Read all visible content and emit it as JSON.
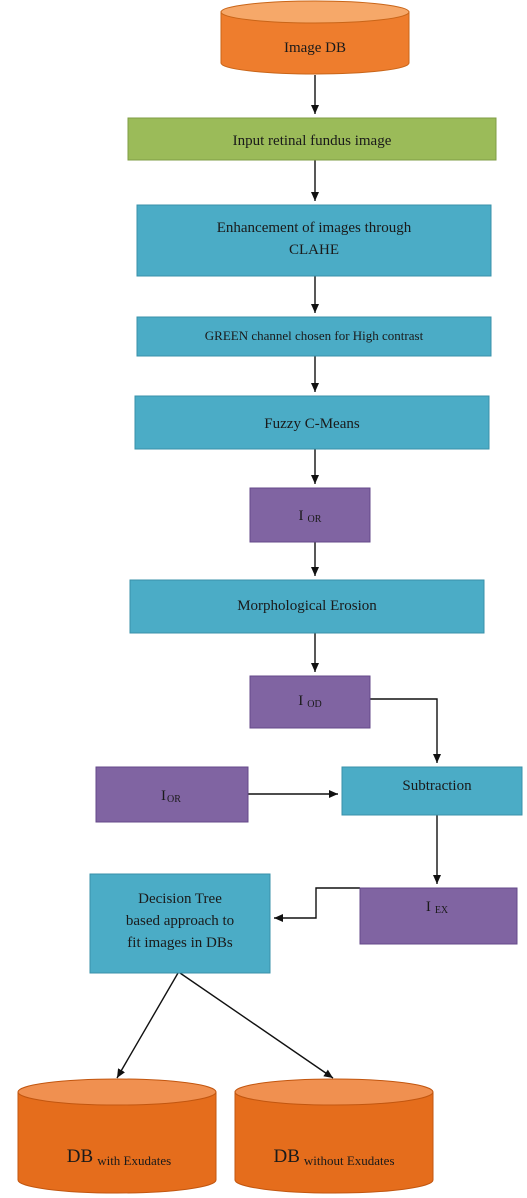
{
  "colors": {
    "cylinder_fill": "#ee7d2d",
    "cylinder_top": "#f6a869",
    "cylinder_stroke": "#c96518",
    "db_fill": "#e56d1c",
    "db_top": "#f09050",
    "green_fill": "#9bbb59",
    "green_stroke": "#7f9c45",
    "teal_fill": "#4bacc6",
    "teal_stroke": "#3891a9",
    "purple_fill": "#8064a2",
    "purple_stroke": "#64498a",
    "arrow": "#111111"
  },
  "nodes": {
    "image_db": {
      "label": "Image DB"
    },
    "input_image": {
      "label": "Input retinal fundus image"
    },
    "clahe": {
      "line1": "Enhancement of images through",
      "line2": "CLAHE"
    },
    "green_channel": {
      "label": "GREEN channel chosen for High contrast"
    },
    "fcm": {
      "label": "Fuzzy C-Means"
    },
    "i_or_1": {
      "main": "I",
      "sub": "OR"
    },
    "erosion": {
      "label": "Morphological Erosion"
    },
    "i_od": {
      "main": "I",
      "sub": "OD"
    },
    "i_or_2": {
      "main": "I",
      "sub": "OR"
    },
    "subtraction": {
      "label": "Subtraction"
    },
    "i_ex": {
      "main": "I",
      "sub": "EX"
    },
    "decision_tree": {
      "line1": "Decision Tree",
      "line2": "based approach to",
      "line3": "fit images in DBs"
    },
    "db_with": {
      "main": "DB",
      "sub": "with Exudates"
    },
    "db_without": {
      "main": "DB",
      "sub": "without Exudates"
    }
  }
}
